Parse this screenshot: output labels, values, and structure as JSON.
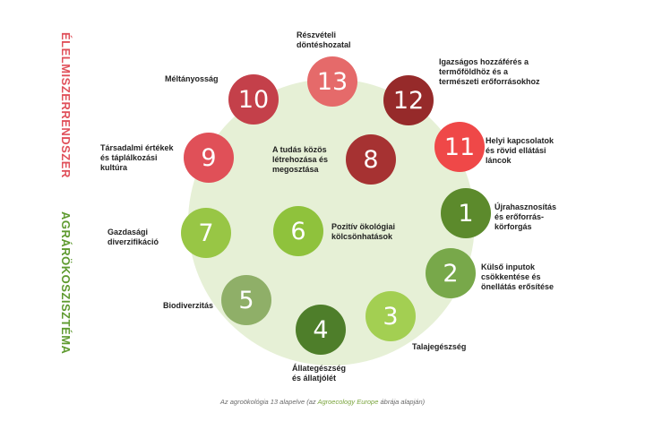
{
  "side_labels": {
    "food_system": "ÉLELMISZERRENDSZER",
    "agroecosystem": "AGRÁRÖKOSZISZTÉMA"
  },
  "principles": [
    {
      "number": "1",
      "label": [
        "Újrahasznosítás",
        "és erőforrás-",
        "körforgás"
      ],
      "color": "#5c8a2c"
    },
    {
      "number": "2",
      "label": [
        "Külső inputok",
        "csökkentése és",
        "önellátás erősítése"
      ],
      "color": "#78a84a"
    },
    {
      "number": "3",
      "label": [
        "Talajegészség"
      ],
      "color": "#a3cf52"
    },
    {
      "number": "4",
      "label": [
        "Állategészség",
        "és állatjólét"
      ],
      "color": "#4e7e2a"
    },
    {
      "number": "5",
      "label": [
        "Biodiverzitás"
      ],
      "color": "#8faf68"
    },
    {
      "number": "6",
      "label": [
        "Pozitív ökológiai",
        "kölcsönhatások"
      ],
      "color": "#8fc23c"
    },
    {
      "number": "7",
      "label": [
        "Gazdasági",
        "diverzifikáció"
      ],
      "color": "#98c645"
    },
    {
      "number": "8",
      "label": [
        "A tudás közös",
        "létrehozása és",
        "megosztása"
      ],
      "color": "#a63232"
    },
    {
      "number": "9",
      "label": [
        "Társadalmi értékek",
        "és táplálkozási",
        "kultúra"
      ],
      "color": "#e05058"
    },
    {
      "number": "10",
      "label": [
        "Méltányosság"
      ],
      "color": "#c4404a"
    },
    {
      "number": "11",
      "label": [
        "Helyi kapcsolatok",
        "és rövid ellátási",
        "láncok"
      ],
      "color": "#ef4848"
    },
    {
      "number": "12",
      "label": [
        "Igazságos hozzáférés a",
        "termőföldhöz és a",
        "természeti erőforrásokhoz"
      ],
      "color": "#962a2a"
    },
    {
      "number": "13",
      "label": [
        "Részvételi",
        "döntéshozatal"
      ],
      "color": "#e56a6a"
    }
  ],
  "caption": {
    "before": "Az agroökológia 13 alapelve (az ",
    "link": "Agroecology Europe",
    "after": " ábrája alapján)"
  }
}
